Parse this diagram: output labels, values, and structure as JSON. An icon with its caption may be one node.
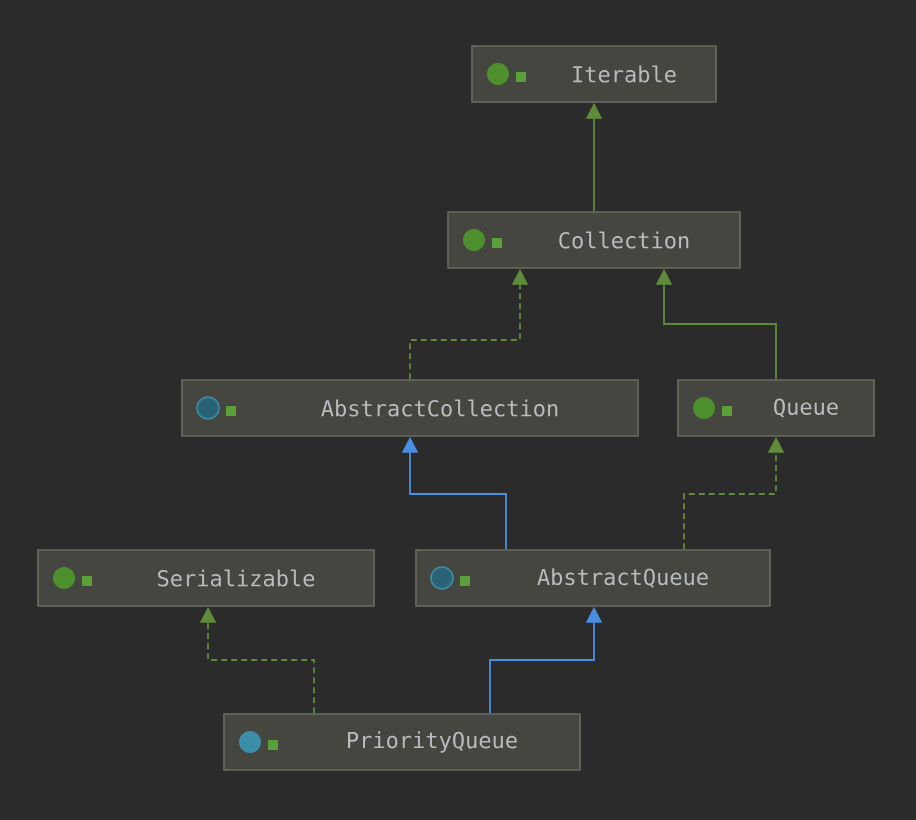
{
  "diagram": {
    "nodes": [
      {
        "text": [
          "Iterable"
        ]
      },
      {
        "text": [
          "Collection"
        ]
      },
      {
        "text": [
          "AbstractCollection"
        ]
      },
      {
        "text": [
          "Queue"
        ]
      },
      {
        "text": [
          "Serializable"
        ]
      },
      {
        "text": [
          "AbstractQueue"
        ]
      },
      {
        "text": [
          "PriorityQueue"
        ]
      }
    ],
    "edges": [
      {
        "from": 1,
        "to": 0,
        "arrow": "to"
      },
      {
        "from": 2,
        "to": 1,
        "arrow": "to",
        "style": "dashed"
      },
      {
        "from": 3,
        "to": 1,
        "arrow": "to"
      },
      {
        "from": 5,
        "to": 2,
        "arrow": "to",
        "color": "#4a8fe0"
      },
      {
        "from": 5,
        "to": 3,
        "arrow": "to",
        "style": "dashed"
      },
      {
        "from": 6,
        "to": 4,
        "arrow": "to",
        "style": "dashed"
      },
      {
        "from": 6,
        "to": 5,
        "arrow": "to",
        "color": "#4a8fe0"
      }
    ]
  }
}
